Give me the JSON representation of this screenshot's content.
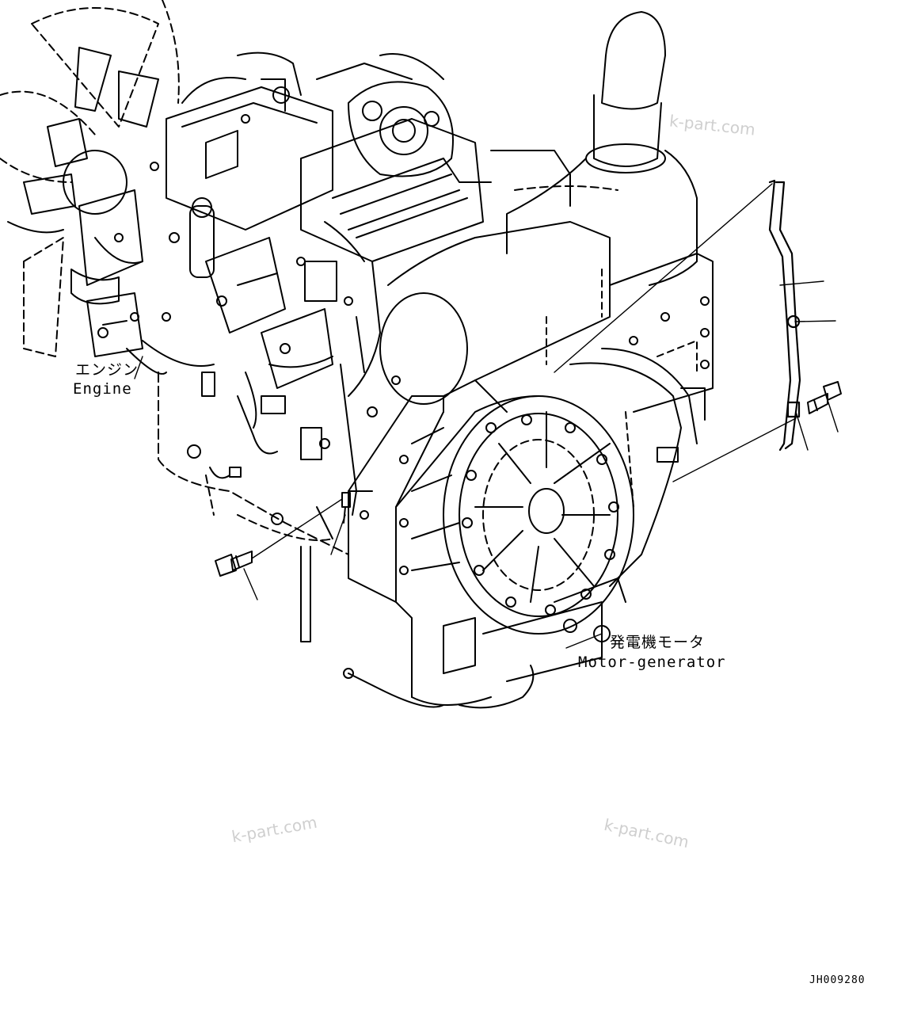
{
  "labels": {
    "engine_jp": "エンジン",
    "engine_en": "Engine",
    "motor_jp": "発電機モータ",
    "motor_en": "Motor-generator"
  },
  "watermark": "k-part.com",
  "drawing_code": "JH009280",
  "colors": {
    "line": "#000000",
    "watermark": "#cfcfcf",
    "background": "#ffffff"
  }
}
